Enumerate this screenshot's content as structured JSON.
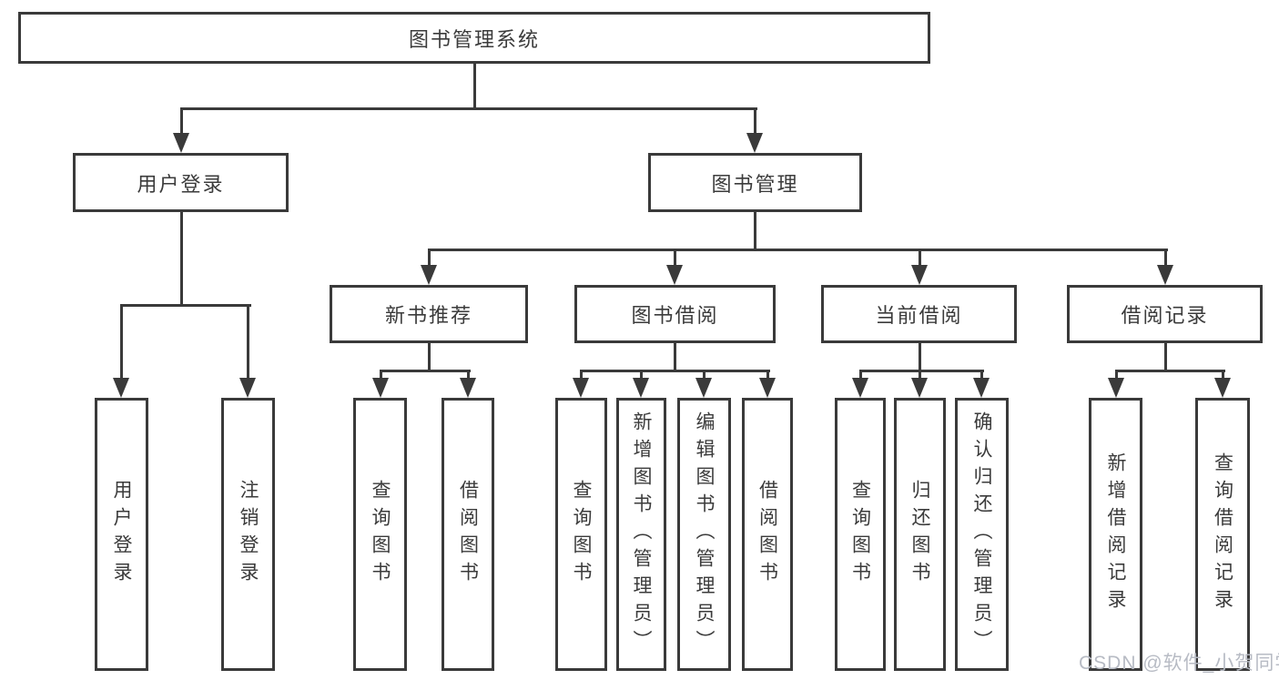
{
  "diagram": {
    "title": "图书管理系统",
    "root": {
      "label": "图书管理系统"
    },
    "level2": [
      {
        "label": "用户登录"
      },
      {
        "label": "图书管理"
      }
    ],
    "level3": [
      {
        "label": "新书推荐"
      },
      {
        "label": "图书借阅"
      },
      {
        "label": "当前借阅"
      },
      {
        "label": "借阅记录"
      }
    ],
    "level4": [
      {
        "label": "用户登录"
      },
      {
        "label": "注销登录"
      },
      {
        "label": "查询图书"
      },
      {
        "label": "借阅图书"
      },
      {
        "label": "查询图书"
      },
      {
        "label": "新增图书（管理员）"
      },
      {
        "label": "编辑图书（管理员）"
      },
      {
        "label": "借阅图书"
      },
      {
        "label": "查询图书"
      },
      {
        "label": "归还图书"
      },
      {
        "label": "确认归还（管理员）"
      },
      {
        "label": "新增借阅记录"
      },
      {
        "label": "查询借阅记录"
      }
    ],
    "watermark": "CSDN @软件_小贺同学",
    "colors": {
      "line": "#3a3a3a",
      "text": "#3b3b3b",
      "watermark": "#b7bbc4",
      "background": "#ffffff"
    }
  }
}
